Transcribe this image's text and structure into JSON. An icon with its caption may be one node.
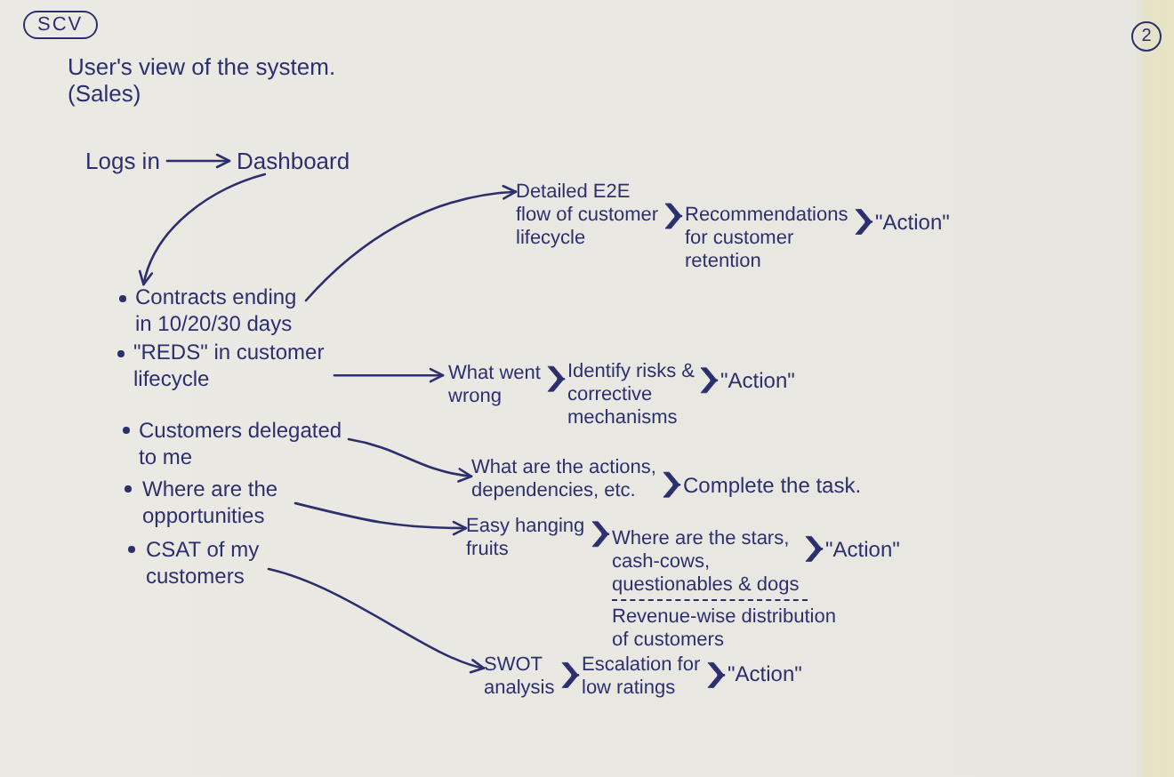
{
  "diagram": {
    "title": "User's view of the system. (Sales)",
    "nodes": [
      {
        "text": [
          "SCV"
        ]
      },
      {
        "text": [
          "2"
        ]
      },
      {
        "text": [
          "Logs in"
        ]
      },
      {
        "text": [
          "Dashboard"
        ]
      },
      {
        "text": [
          "Contracts ending in 10/20/30 days"
        ]
      },
      {
        "text": [
          "\"REDS\" in customer lifecycle"
        ]
      },
      {
        "text": [
          "Customers delegated to me"
        ]
      },
      {
        "text": [
          "Where are the opportunities"
        ]
      },
      {
        "text": [
          "CSAT of my customers"
        ]
      },
      {
        "text": [
          "Detailed E2E flow of customer lifecycle"
        ]
      },
      {
        "text": [
          "Recommendations for customer retention"
        ]
      },
      {
        "text": [
          "\"Action\""
        ]
      },
      {
        "text": [
          "What went wrong"
        ]
      },
      {
        "text": [
          "Identify risks & corrective mechanisms"
        ]
      },
      {
        "text": [
          "\"Action\""
        ]
      },
      {
        "text": [
          "What are the actions, dependencies, etc."
        ]
      },
      {
        "text": [
          "Complete the task."
        ]
      },
      {
        "text": [
          "Easy hanging fruits"
        ]
      },
      {
        "text": [
          "Where are the stars, cash-cows, questionables & dogs"
        ]
      },
      {
        "text": [
          "\"Action\""
        ]
      },
      {
        "text": [
          "SWOT analysis"
        ]
      },
      {
        "text": [
          "Escalation for low ratings"
        ]
      },
      {
        "text": [
          "\"Action\""
        ]
      }
    ],
    "edges": [
      {
        "from": 2,
        "to": 3,
        "arrow": "to"
      },
      {
        "from": 3,
        "to": 4,
        "arrow": "to"
      },
      {
        "from": 4,
        "to": 9,
        "arrow": "to"
      },
      {
        "from": 9,
        "to": 10,
        "arrow": "to"
      },
      {
        "from": 10,
        "to": 11,
        "arrow": "to"
      },
      {
        "from": 5,
        "to": 12,
        "arrow": "to"
      },
      {
        "from": 12,
        "to": 13,
        "arrow": "to"
      },
      {
        "from": 13,
        "to": 14,
        "arrow": "to"
      },
      {
        "from": 6,
        "to": 15,
        "arrow": "to"
      },
      {
        "from": 15,
        "to": 16,
        "arrow": "to"
      },
      {
        "from": 7,
        "to": 17,
        "arrow": "to"
      },
      {
        "from": 17,
        "to": 18,
        "arrow": "to"
      },
      {
        "from": 18,
        "to": 19,
        "arrow": "to"
      },
      {
        "from": 8,
        "to": 20,
        "arrow": "to"
      },
      {
        "from": 20,
        "to": 21,
        "arrow": "to"
      },
      {
        "from": 21,
        "to": 22,
        "arrow": "to"
      }
    ],
    "labels": [
      "Revenue-wise distribution of customers"
    ]
  }
}
